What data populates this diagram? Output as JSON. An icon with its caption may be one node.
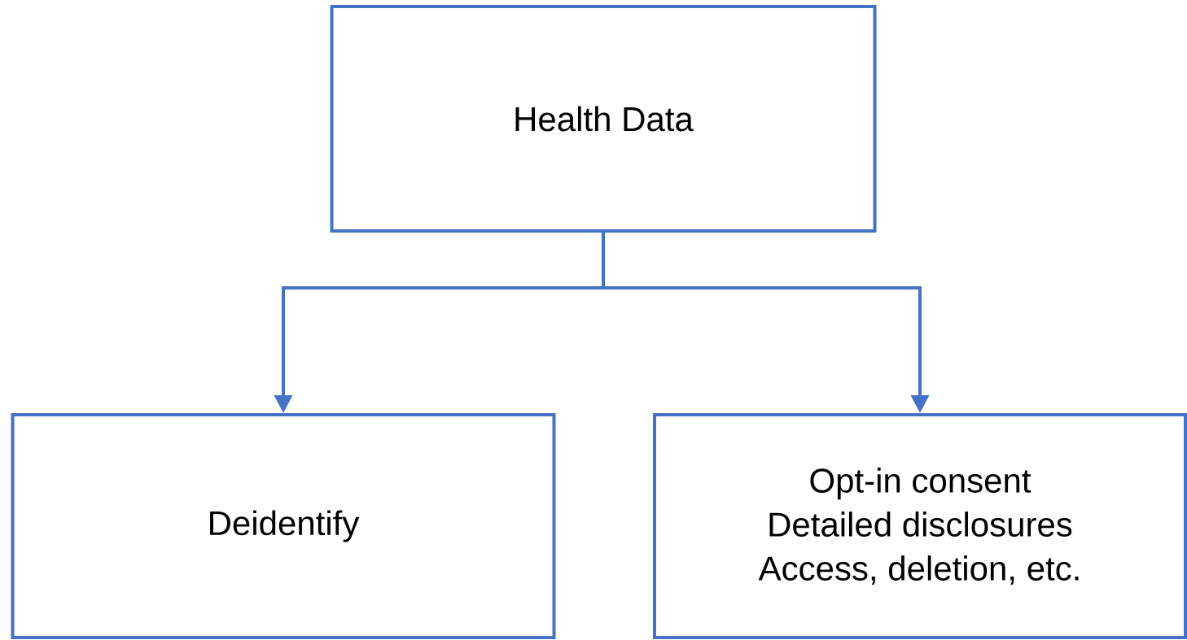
{
  "diagram": {
    "nodes": [
      {
        "text": [
          "Health Data"
        ]
      },
      {
        "text": [
          "Deidentify"
        ]
      },
      {
        "text": [
          "Opt-in consent",
          "Detailed disclosures",
          "Access, deletion, etc."
        ]
      }
    ],
    "edges": [
      {
        "from": 0,
        "to": 1,
        "arrow": "to"
      },
      {
        "from": 0,
        "to": 2,
        "arrow": "to"
      }
    ]
  }
}
